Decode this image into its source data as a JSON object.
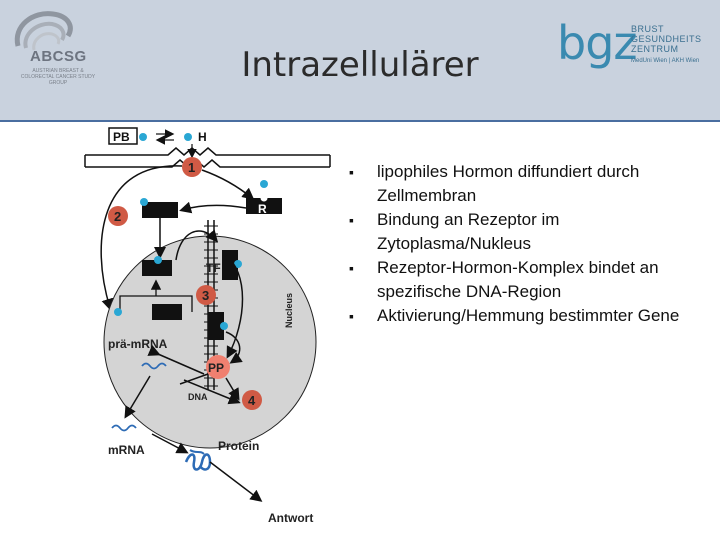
{
  "header": {
    "title": "Intrazellulärer",
    "logo_left": {
      "name": "ABCSG",
      "subtitle": "AUSTRIAN BREAST & COLORECTAL CANCER STUDY GROUP"
    },
    "logo_right": {
      "mark": "bgz",
      "lines": [
        "BRUST",
        "GESUNDHEITS",
        "ZENTRUM"
      ],
      "subtitle": "MedUni Wien | AKH Wien"
    }
  },
  "diagram": {
    "labels": {
      "pb": "PB",
      "h": "H",
      "r": "R",
      "tf": "TF",
      "nucleus": "Nucleus",
      "pre_mrna": "prä-mRNA",
      "pp": "PP",
      "dna": "DNA",
      "mrna": "mRNA",
      "protein": "Protein",
      "antwort": "Antwort",
      "step1": "1",
      "step2": "2",
      "step3": "3",
      "step4": "4"
    }
  },
  "bullets": {
    "marker": "▪",
    "items": [
      "lipophiles Hormon diffundiert durch Zellmembran",
      "Bindung an Rezeptor im Zytoplasma/Nukleus",
      "Rezeptor-Hormon-Komplex bindet an spezifische DNA-Region",
      "Aktivierung/Hemmung bestimmter Gene"
    ]
  },
  "colors": {
    "header_bg": "#c9d2de",
    "hormone": "#2aa7d4",
    "step_circle": "#d05a45",
    "pp": "#f08070",
    "nucleus": "#d4d4d4"
  }
}
